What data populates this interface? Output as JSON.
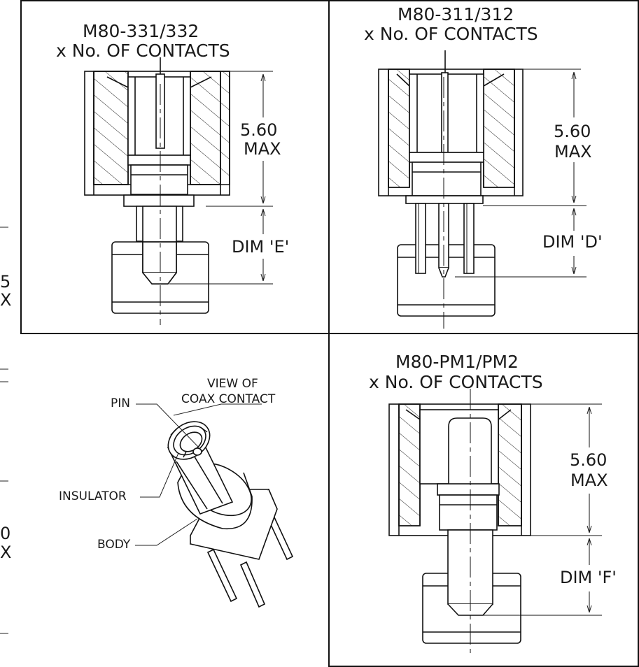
{
  "panels": {
    "top_left": {
      "part_number": "M80-331/332",
      "subtitle": "x No. OF CONTACTS",
      "height_value": "5.60",
      "height_unit": "MAX",
      "dim_label": "DIM 'E'"
    },
    "top_right": {
      "part_number": "M80-311/312",
      "subtitle": "x No. OF CONTACTS",
      "height_value": "5.60",
      "height_unit": "MAX",
      "dim_label": "DIM 'D'"
    },
    "bottom_right": {
      "part_number": "M80-PM1/PM2",
      "subtitle": "x No. OF CONTACTS",
      "height_value": "5.60",
      "height_unit": "MAX",
      "dim_label": "DIM 'F'"
    },
    "bottom_left": {
      "view_title_1": "VIEW OF",
      "view_title_2": "COAX CONTACT",
      "callout_pin": "PIN",
      "callout_insulator": "INSULATOR",
      "callout_body": "BODY"
    }
  },
  "edge_fragments": {
    "upper_digit": "5",
    "upper_unit": "X",
    "lower_digit": "0",
    "lower_unit": "X"
  }
}
